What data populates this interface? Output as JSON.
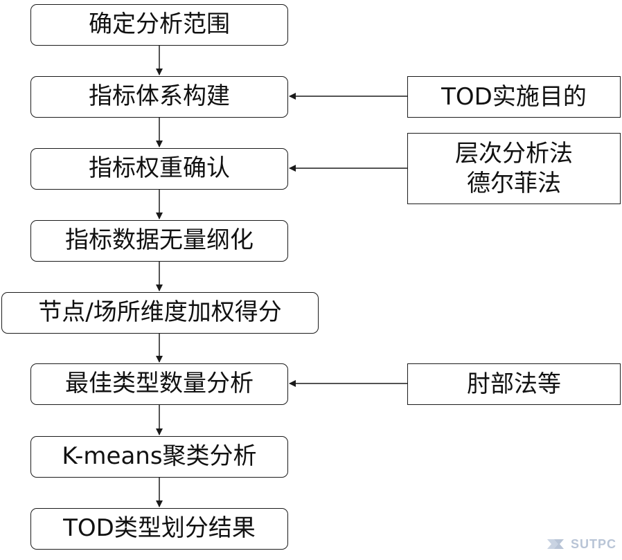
{
  "steps": [
    "确定分析范围",
    "指标体系构建",
    "指标权重确认",
    "指标数据无量纲化",
    "节点/场所维度加权得分",
    "最佳类型数量分析",
    "K-means聚类分析",
    "TOD类型划分结果"
  ],
  "methods": {
    "purpose": "TOD实施目的",
    "weighting": [
      "层次分析法",
      "德尔菲法"
    ],
    "cluster_count": "肘部法等"
  },
  "watermark": "SUTPC",
  "colors": {
    "line": "#1a1a1a",
    "watermark": "#b8c4d6"
  }
}
